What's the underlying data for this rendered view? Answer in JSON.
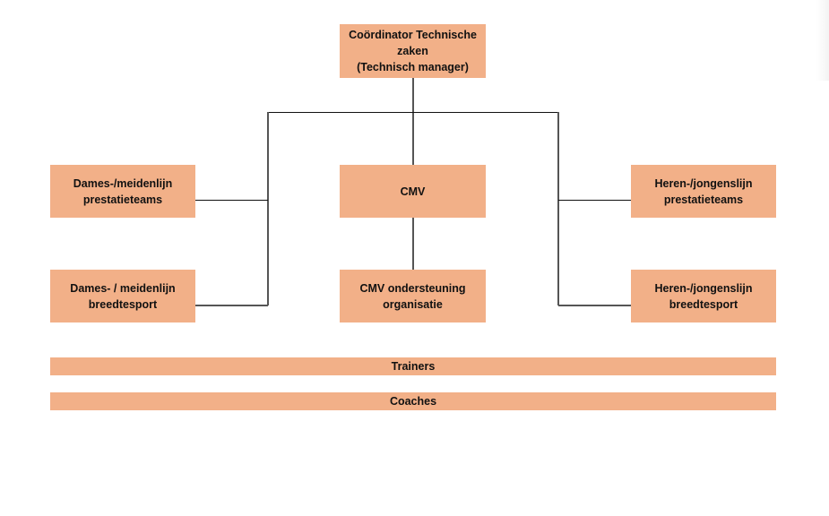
{
  "diagram": {
    "type": "org-chart",
    "fill_color": "#f2b088",
    "root": {
      "label": "Coördinator Technische\nzaken\n(Technisch manager)"
    },
    "left": [
      {
        "label": "Dames-/meidenlijn\nprestatieteams"
      },
      {
        "label": "Dames- / meidenlijn\nbreedtesport"
      }
    ],
    "center": [
      {
        "label": "CMV"
      },
      {
        "label": "CMV ondersteuning\norganisatie"
      }
    ],
    "right": [
      {
        "label": "Heren-/jongenslijn\nprestatieteams"
      },
      {
        "label": "Heren-/jongenslijn\nbreedtesport"
      }
    ],
    "bars": [
      {
        "label": "Trainers"
      },
      {
        "label": "Coaches"
      }
    ]
  }
}
